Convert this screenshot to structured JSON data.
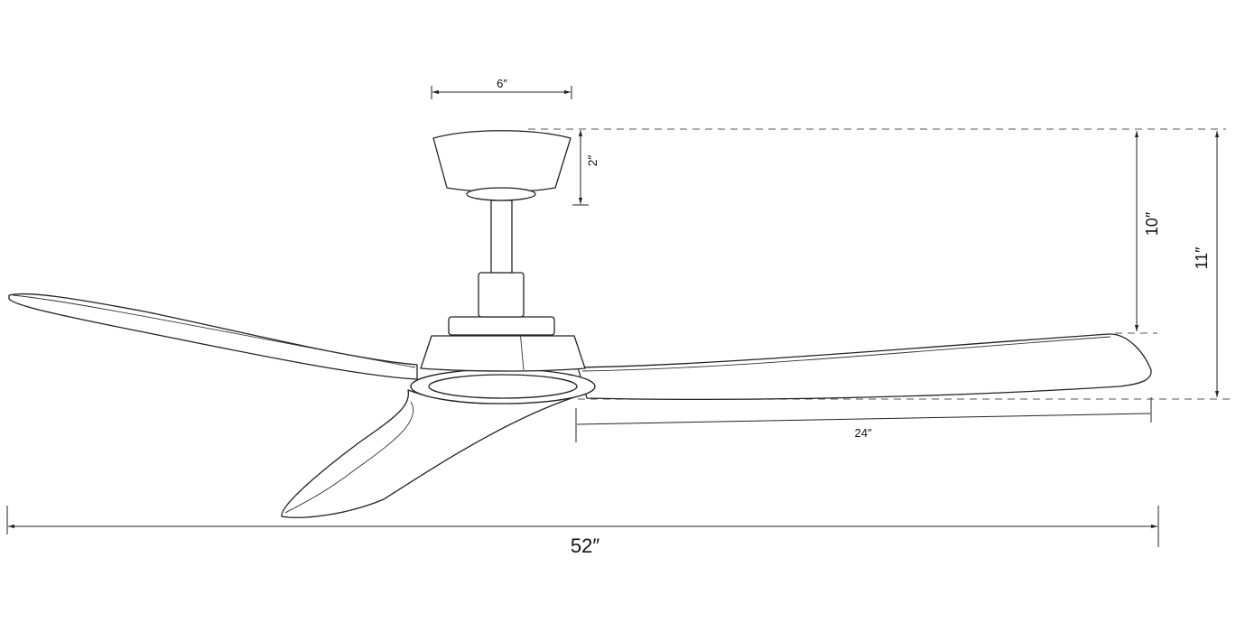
{
  "title": "Ceiling fan dimension drawing",
  "dimensions": {
    "canopy_width": "6″",
    "canopy_height": "2″",
    "ceiling_to_blade": "10″",
    "ceiling_to_bottom": "11″",
    "blade_length": "24″",
    "overall_span": "52″"
  }
}
